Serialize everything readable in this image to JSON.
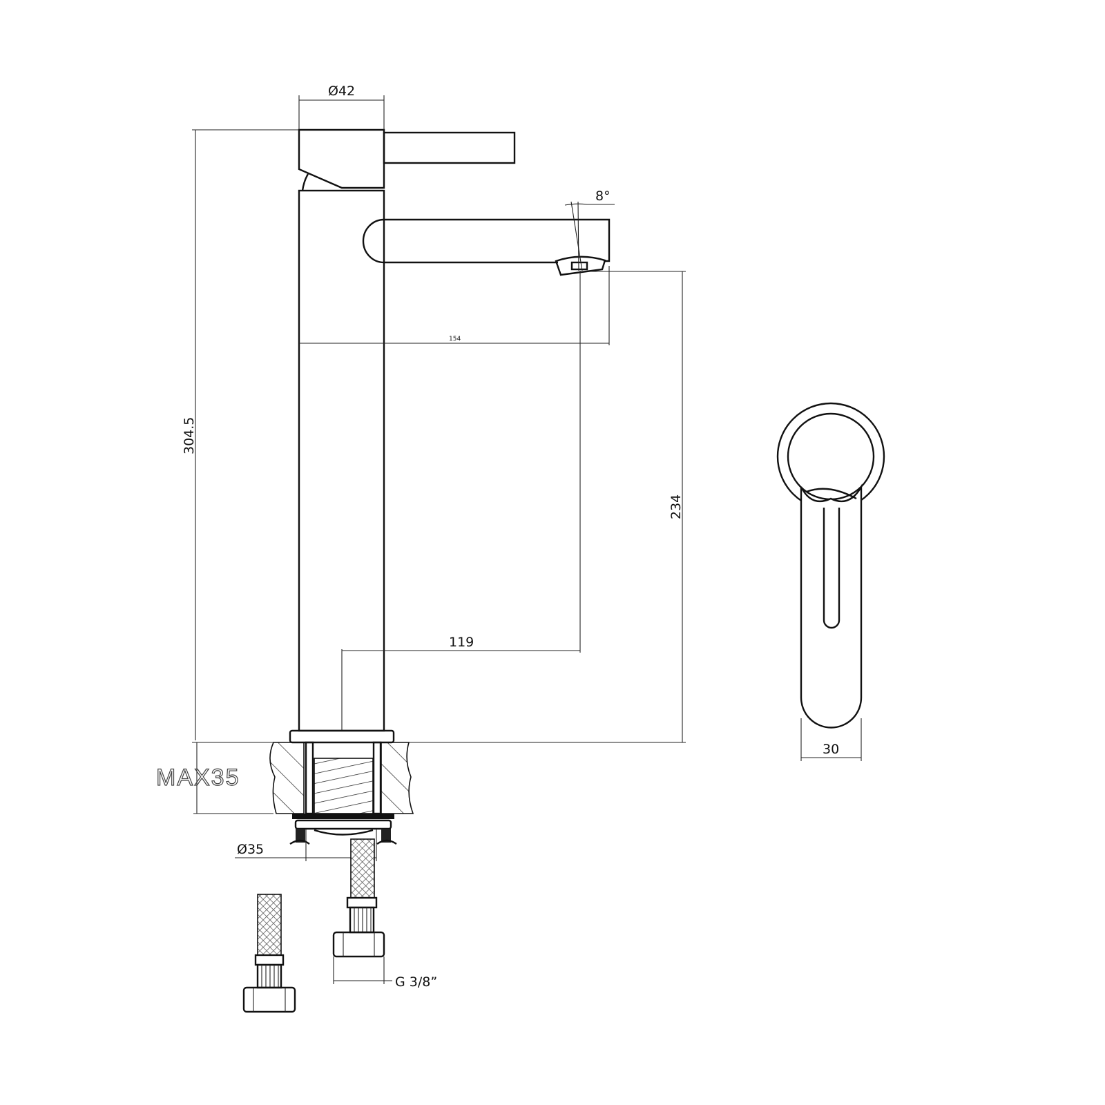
{
  "drawing": {
    "title": "Tall basin mixer tap technical drawing",
    "dimensions": {
      "handle_diameter": "Ø42",
      "spout_angle": "8°",
      "spout_reach_total": "154",
      "overall_height": "304.5",
      "spout_height": "234",
      "spout_reach": "119",
      "max_counter_thickness": "MAX35",
      "hole_diameter": "Ø35",
      "hose_thread": "G 3/8”",
      "lever_width": "30"
    },
    "line_color": "#111111"
  }
}
